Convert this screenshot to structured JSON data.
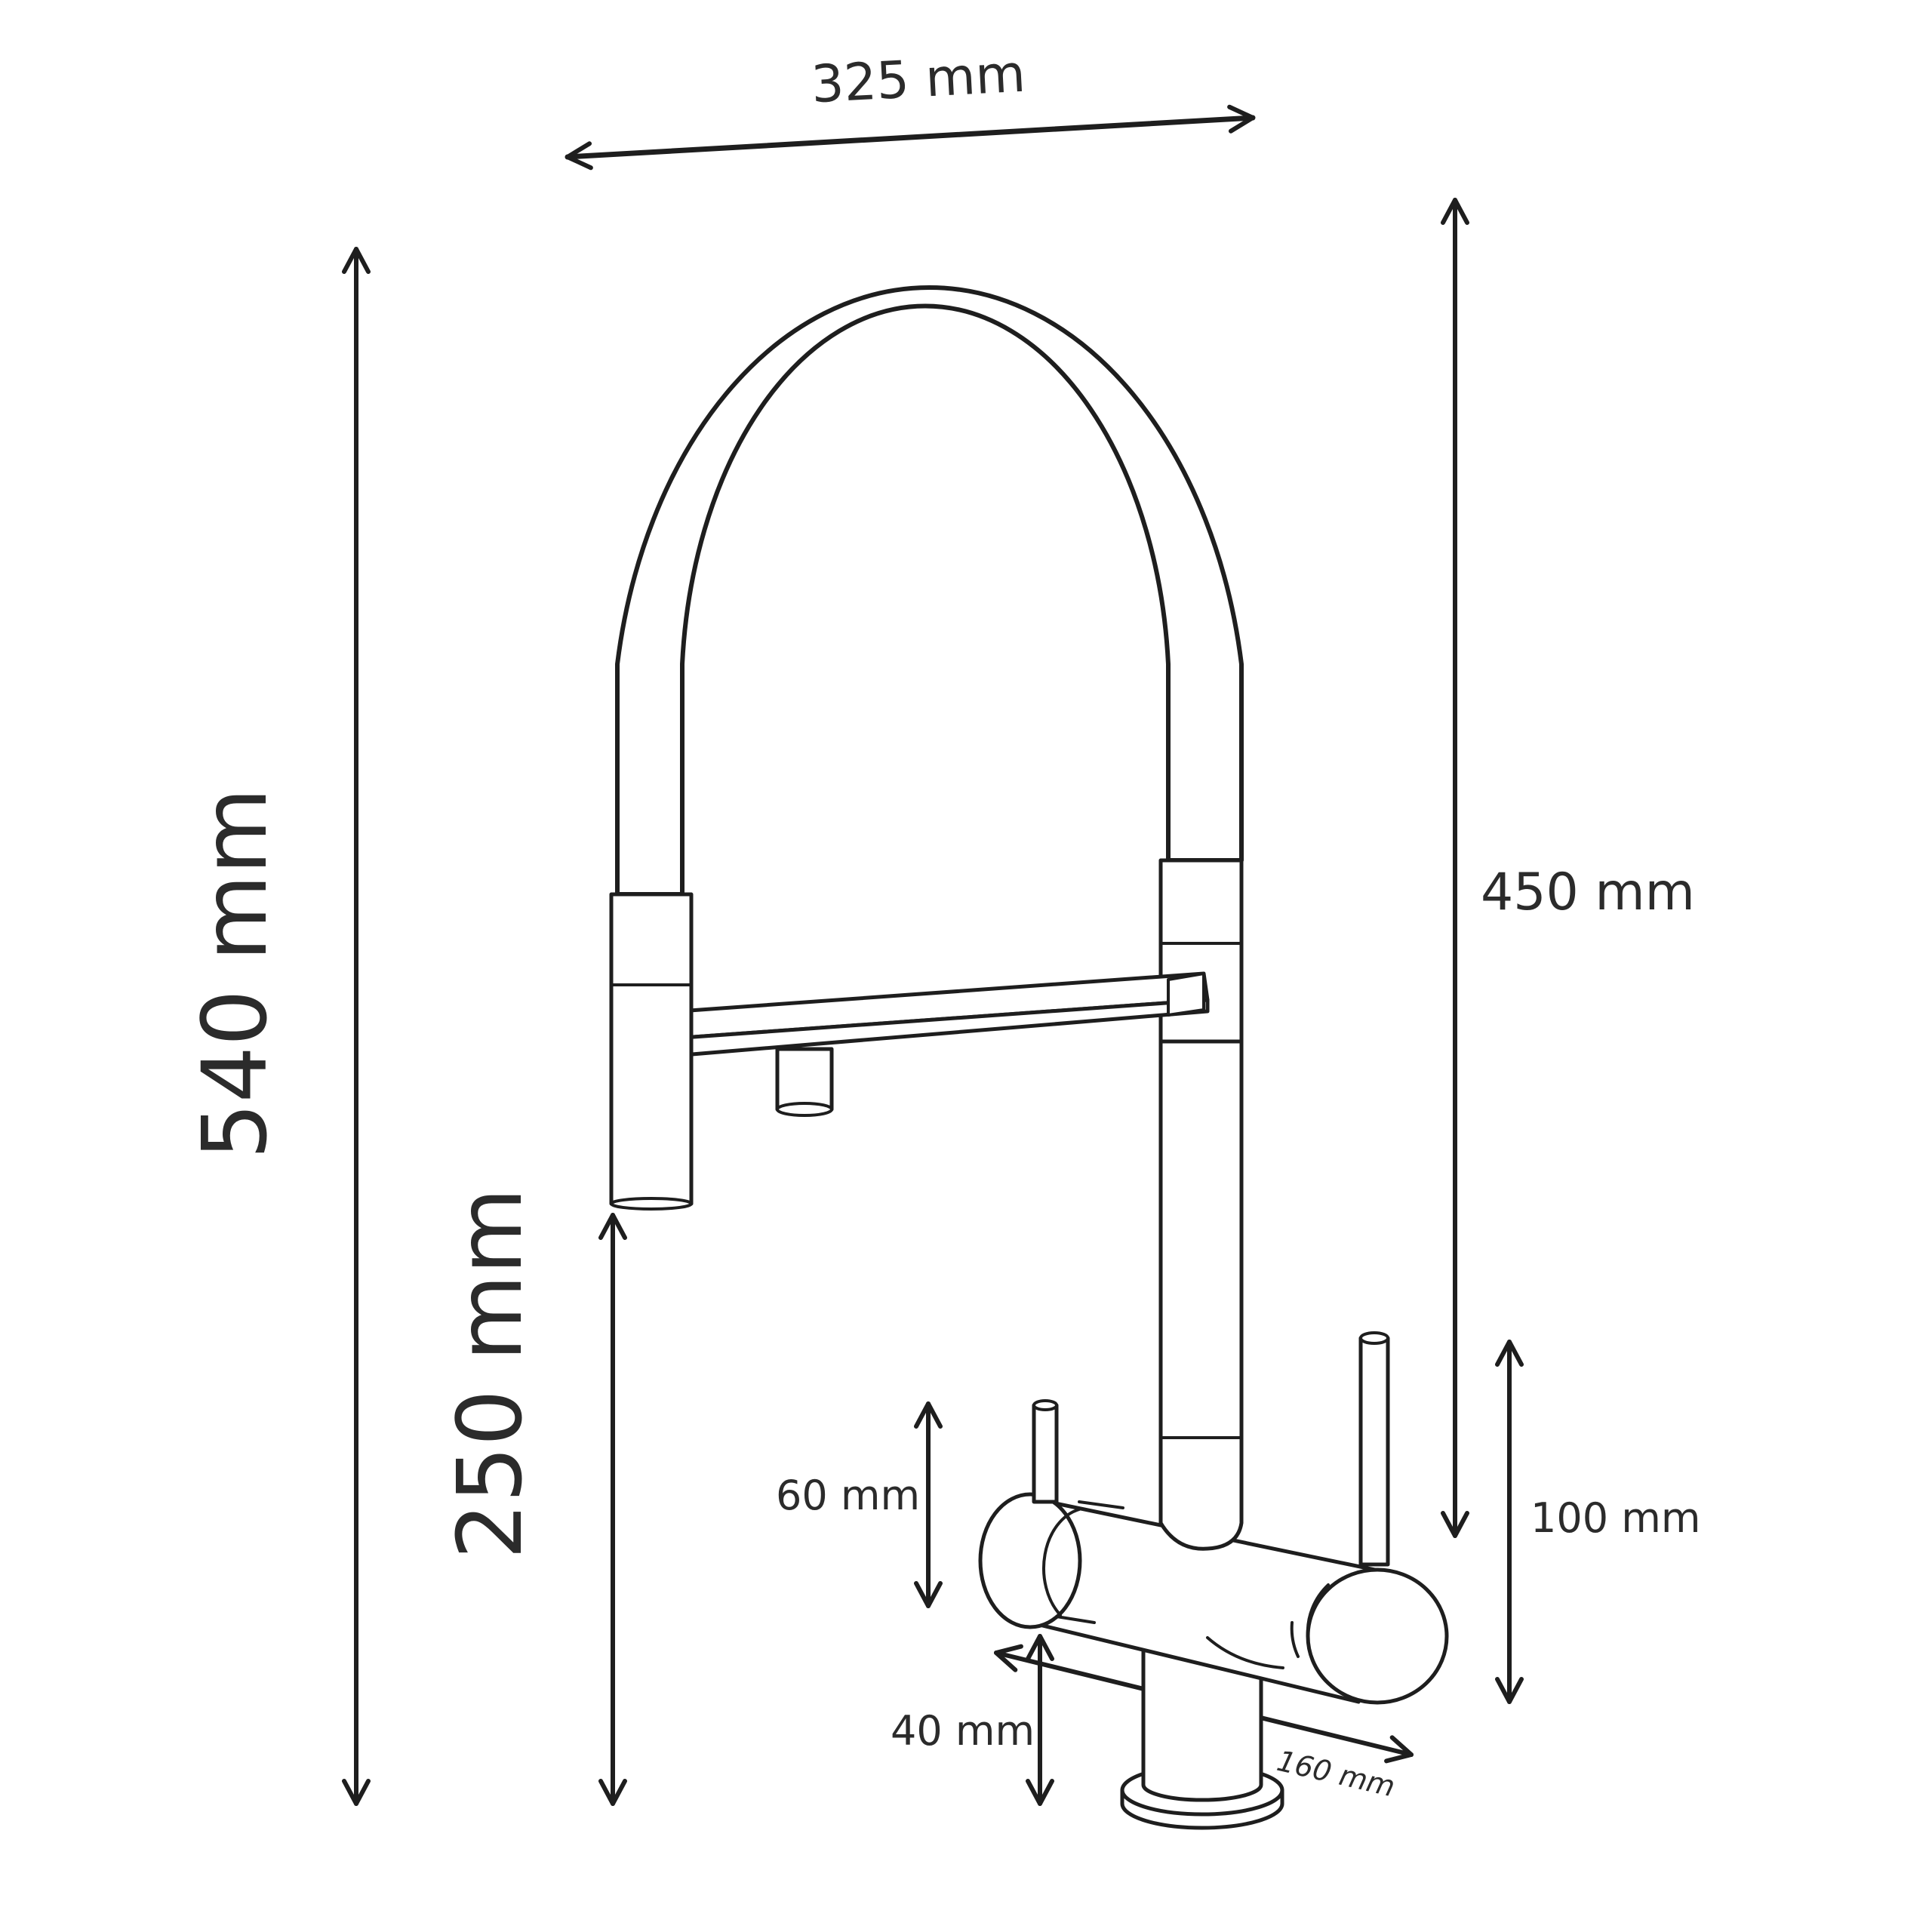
{
  "dimensions": {
    "width_top": "325 mm",
    "total_height": "540 mm",
    "spout_height": "450 mm",
    "under_spout": "250 mm",
    "lever_left": "60 mm",
    "lever_right": "100 mm",
    "base_height": "40 mm",
    "body_length": "160 mm"
  },
  "colors": {
    "line": "#1e1e1e",
    "text": "#2b2b2b",
    "background": "#ffffff"
  }
}
